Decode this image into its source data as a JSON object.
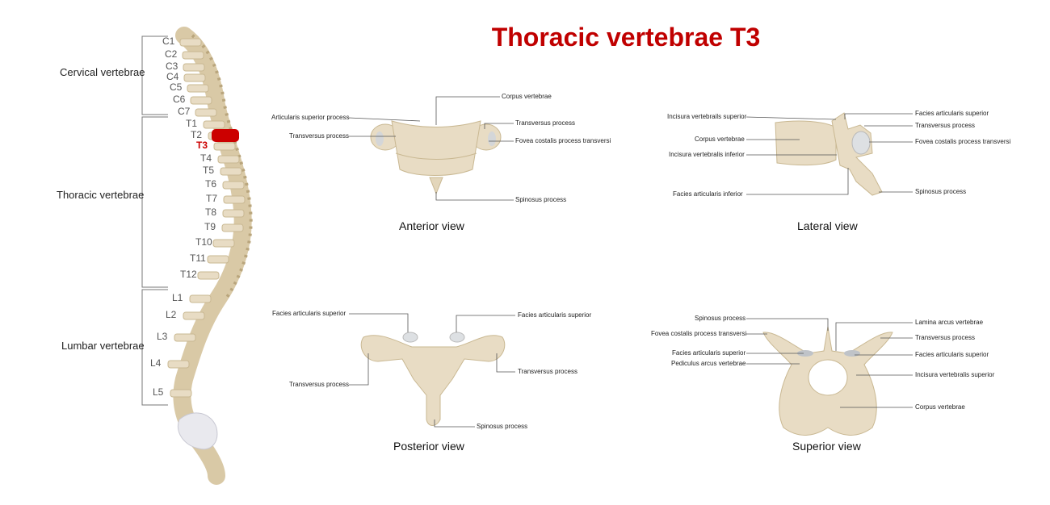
{
  "title": "Thoracic vertebrae T3",
  "colors": {
    "title": "#c00000",
    "highlight": "#cc0000",
    "bone": "#e8dcc4",
    "bone_shade": "#c9b892",
    "line": "#555555"
  },
  "regions": {
    "cervical": "Cervical vertebrae",
    "thoracic": "Thoracic vertebrae",
    "lumbar": "Lumbar vertebrae"
  },
  "vertebrae": [
    "C1",
    "C2",
    "C3",
    "C4",
    "C5",
    "C6",
    "C7",
    "T1",
    "T2",
    "T3",
    "T4",
    "T5",
    "T6",
    "T7",
    "T8",
    "T9",
    "T10",
    "T11",
    "T12",
    "L1",
    "L2",
    "L3",
    "L4",
    "L5"
  ],
  "highlighted": "T3",
  "views": {
    "anterior": {
      "title": "Anterior view",
      "labels": {
        "corpus": "Corpus vertebrae",
        "articularis": "Articularis superior process",
        "transversus_l": "Transversus process",
        "transversus_r": "Transversus process",
        "fovea": "Fovea costalis process transversi",
        "spinosus": "Spinosus process"
      }
    },
    "lateral": {
      "title": "Lateral view",
      "labels": {
        "incisura_sup": "Incisura vertebrails superior",
        "facies_sup": "Facies articularis superior",
        "transversus": "Transversus process",
        "corpus": "Corpus vertebrae",
        "fovea": "Fovea costalis process transversi",
        "incisura_inf": "Incisura vertebralis inferior",
        "facies_inf": "Facies articularis inferior",
        "spinosus": "Spinosus process"
      }
    },
    "posterior": {
      "title": "Posterior view",
      "labels": {
        "facies_l": "Facies articularis superior",
        "facies_r": "Facies articularis superior",
        "transversus_l": "Transversus process",
        "transversus_r": "Transversus process",
        "spinosus": "Spinosus process"
      }
    },
    "superior": {
      "title": "Superior view",
      "labels": {
        "spinosus": "Spinosus process",
        "lamina": "Lamina arcus vertebrae",
        "fovea": "Fovea costalis process transversi",
        "transversus": "Transversus process",
        "facies_l": "Facies articularis superior",
        "facies_r": "Facies articularis superior",
        "pediculus": "Pediculus arcus vertebrae",
        "incisura": "Incisura vertebralis superior",
        "corpus": "Corpus vertebrae"
      }
    }
  }
}
